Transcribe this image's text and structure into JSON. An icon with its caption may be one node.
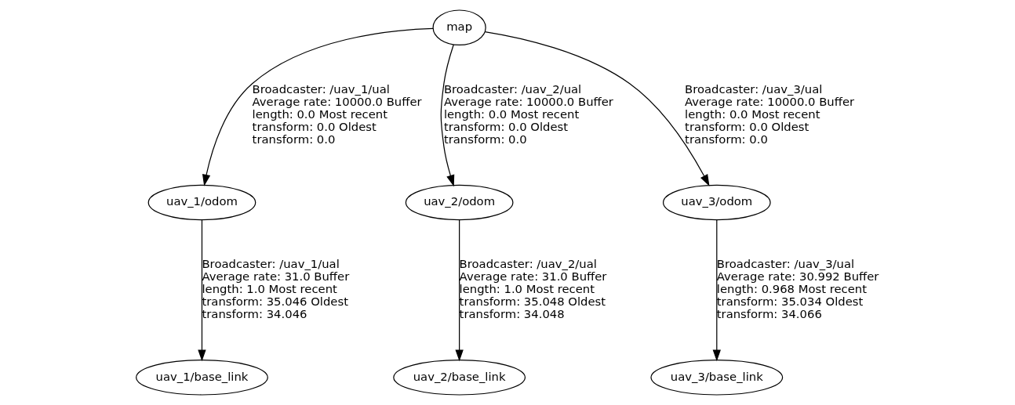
{
  "diagram": {
    "nodes": [
      {
        "text": [
          "map"
        ]
      },
      {
        "text": [
          "uav_1/odom"
        ]
      },
      {
        "text": [
          "uav_2/odom"
        ]
      },
      {
        "text": [
          "uav_3/odom"
        ]
      },
      {
        "text": [
          "uav_1/base_link"
        ]
      },
      {
        "text": [
          "uav_2/base_link"
        ]
      },
      {
        "text": [
          "uav_3/base_link"
        ]
      }
    ],
    "edges": [
      {
        "from": 0,
        "to": 1,
        "arrow": "to",
        "label": "Broadcaster: /uav_1/ual Average rate: 10000.0 Buffer length: 0.0 Most recent transform: 0.0 Oldest transform: 0.0"
      },
      {
        "from": 0,
        "to": 2,
        "arrow": "to",
        "label": "Broadcaster: /uav_2/ual Average rate: 10000.0 Buffer length: 0.0 Most recent transform: 0.0 Oldest transform: 0.0"
      },
      {
        "from": 0,
        "to": 3,
        "arrow": "to",
        "label": "Broadcaster: /uav_3/ual Average rate: 10000.0 Buffer length: 0.0 Most recent transform: 0.0 Oldest transform: 0.0"
      },
      {
        "from": 1,
        "to": 4,
        "arrow": "to",
        "label": "Broadcaster: /uav_1/ual Average rate: 31.0 Buffer length: 1.0 Most recent transform: 35.046 Oldest transform: 34.046"
      },
      {
        "from": 2,
        "to": 5,
        "arrow": "to",
        "label": "Broadcaster: /uav_2/ual Average rate: 31.0 Buffer length: 1.0 Most recent transform: 35.048 Oldest transform: 34.048"
      },
      {
        "from": 3,
        "to": 6,
        "arrow": "to",
        "label": "Broadcaster: /uav_3/ual Average rate: 30.992 Buffer length: 0.968 Most recent transform: 35.034 Oldest transform: 34.066"
      }
    ]
  }
}
